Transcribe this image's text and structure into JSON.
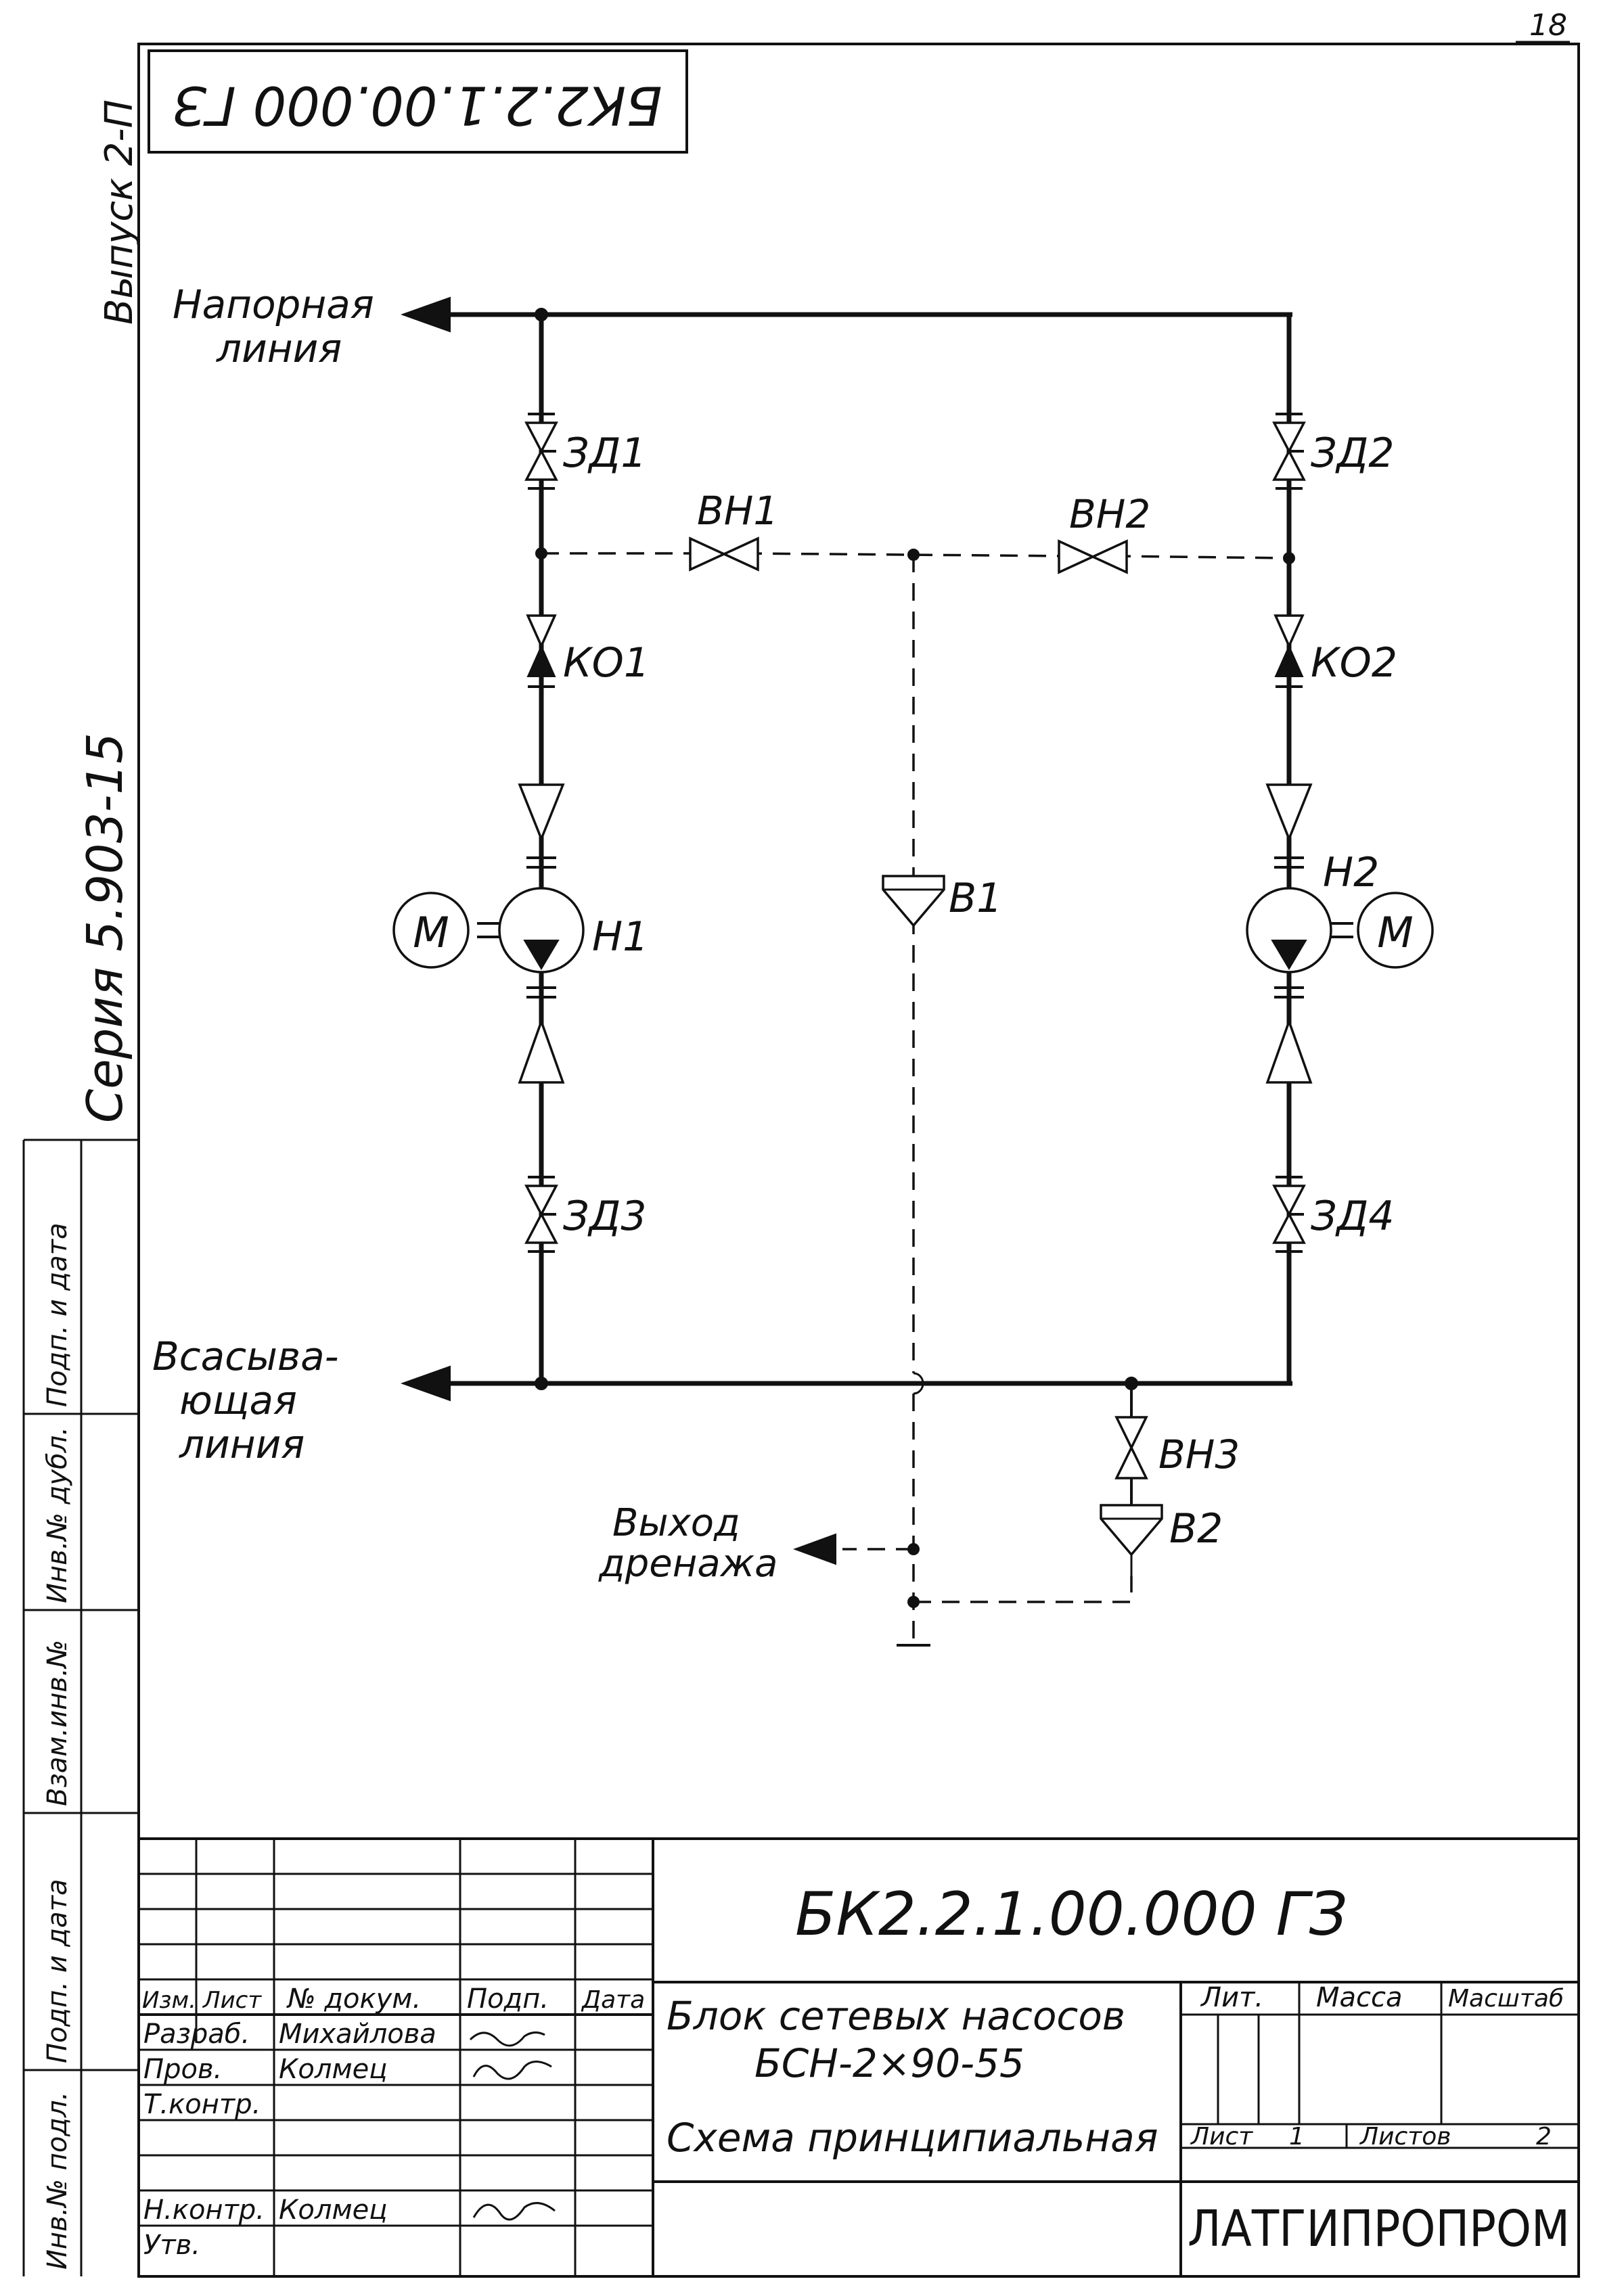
{
  "page_number": "18",
  "stamp_code": "БК2.2.1.00.000 ГЗ",
  "margin": {
    "issue": "Выпуск 2-П",
    "series": "Серия 5.903-15",
    "side_labels": [
      "Инв.№ подл.",
      "Подп. и дата",
      "Взам.инв.№",
      "Инв.№ дубл.",
      "Подп. и дата"
    ]
  },
  "diagram": {
    "lines": {
      "pressure": [
        "Напорная",
        "линия"
      ],
      "suction": [
        "Всасыва-",
        "ющая",
        "линия"
      ],
      "drain": [
        "Выход",
        "дренажа"
      ]
    },
    "valves": {
      "zd1": "ЗД1",
      "zd2": "ЗД2",
      "zd3": "ЗД3",
      "zd4": "ЗД4",
      "vn1": "ВН1",
      "vn2": "ВН2",
      "vn3": "ВН3",
      "ko1": "КО1",
      "ko2": "КО2"
    },
    "pumps": {
      "h1": "Н1",
      "h2": "Н2"
    },
    "motor": "М",
    "funnels": {
      "b1": "В1",
      "b2": "В2"
    }
  },
  "title_block": {
    "doc_code": "БК2.2.1.00.000 ГЗ",
    "name_line1": "Блок сетевых насосов",
    "name_line2": "БСН-2×90-55",
    "drawing_type": "Схема принципиальная",
    "headers": {
      "izm": "Изм.",
      "list": "Лист",
      "doc_no": "№ докум.",
      "sign": "Подп.",
      "date": "Дата"
    },
    "roles": [
      {
        "role": "Разраб.",
        "name": "Михайлова"
      },
      {
        "role": "Пров.",
        "name": "Колмец"
      },
      {
        "role": "Т.контр.",
        "name": ""
      },
      {
        "role": "Н.контр.",
        "name": "Колмец"
      },
      {
        "role": "Утв.",
        "name": ""
      }
    ],
    "lit": "Лит.",
    "mass": "Масса",
    "scale": "Масштаб",
    "sheet_label": "Лист",
    "sheet_no": "1",
    "sheets_label": "Листов",
    "sheets_total": "2",
    "org": "ЛАТГИПРОПРОМ"
  }
}
